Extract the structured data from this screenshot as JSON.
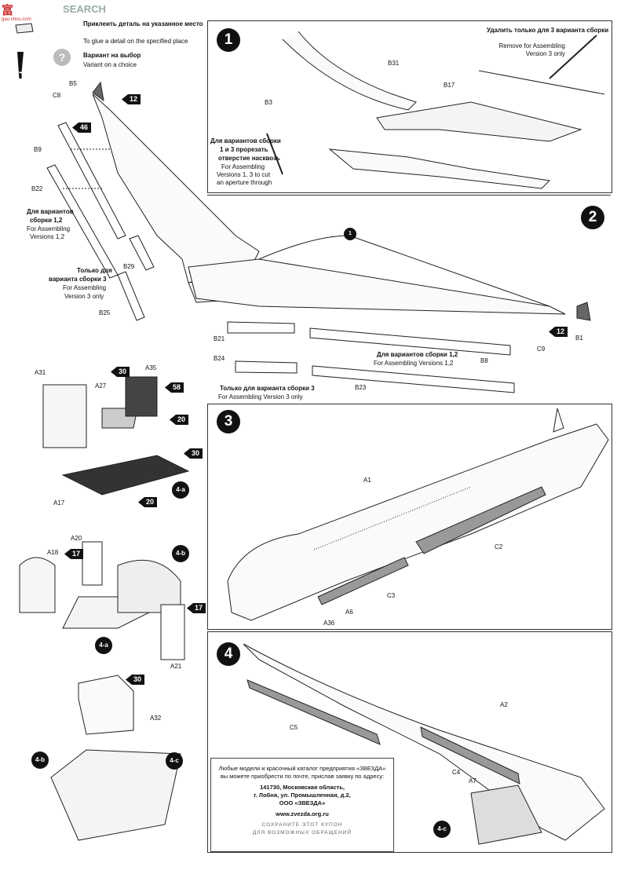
{
  "watermark": {
    "brand": "富",
    "search": "SEARCH",
    "site": "gao.shou.com"
  },
  "legend": {
    "glue_ru": "Приклеить деталь на указанное место",
    "glue_en": "To glue a detail on the specified place",
    "variant_ru": "Вариант на выбор",
    "variant_en": "Variant on a choice"
  },
  "steps": {
    "s1": "1",
    "s2": "2",
    "s3": "3",
    "s4": "4",
    "sub_4a": "4-a",
    "sub_4b": "4-b",
    "sub_4c": "4-c"
  },
  "notes": {
    "remove_v3_ru": "Удалить только для 3 варианта сборки",
    "remove_v3_en": "Remove for Assembling Version 3 only",
    "cut_ru_1": "Для вариантов сборки",
    "cut_ru_2": "1 и 3 прорезать",
    "cut_ru_3": "отверстие насквозь",
    "cut_en_1": "For Assembling",
    "cut_en_2": "Versions 1, 3 to cut",
    "cut_en_3": "an aperture through",
    "v12_ru_a": "Для вариантов",
    "v12_ru_b": "сборки 1,2",
    "v12_en_a": "For Assembling",
    "v12_en_b": "Versions 1,2",
    "v3_ru_a": "Только для",
    "v3_ru_b": "варианта сборки 3",
    "v3_en_a": "For Assembling",
    "v3_en_b": "Version 3 only",
    "s2_v12_ru": "Для вариантов сборки 1,2",
    "s2_v12_en": "For Assembling Versions 1,2",
    "s2_v3_ru": "Только для варианта сборки 3",
    "s2_v3_en": "For Assembling Version 3 only"
  },
  "parts": {
    "B5": "B5",
    "C8": "C8",
    "B9": "B9",
    "B22": "B22",
    "B29": "B29",
    "B25": "B25",
    "B31": "B31",
    "B3": "B3",
    "B17": "B17",
    "B21": "B21",
    "B24": "B24",
    "B23": "B23",
    "B8": "B8",
    "C9": "C9",
    "B1": "B1",
    "A31": "A31",
    "A27": "A27",
    "A35": "A35",
    "A17": "A17",
    "A20": "A20",
    "A18": "A18",
    "A21": "A21",
    "A32": "A32",
    "A1": "A1",
    "C2": "C2",
    "C3": "C3",
    "A6": "A6",
    "A36": "A36",
    "A2": "A2",
    "C5": "C5",
    "C4": "C4",
    "A7": "A7"
  },
  "paint_codes": {
    "p12a": "12",
    "p46": "46",
    "p12b": "12",
    "p30a": "30",
    "p58": "58",
    "p20a": "20",
    "p30b": "30",
    "p20b": "20",
    "p17a": "17",
    "p17b": "17",
    "p30c": "30"
  },
  "coupon": {
    "l1": "Любые модели и красочный каталог предприятия «ЗВЕЗДА»",
    "l2": "вы можете приобрести по почте, прислав заявку по адресу:",
    "l3": "141730, Московская область,",
    "l4": "г. Лобня, ул. Промышленная, д.2,",
    "l5": "ООО «ЗВЕЗДА»",
    "l6": "www.zvezda.org.ru",
    "l7": "СОХРАНИТЕ ЭТОТ КУПОН",
    "l8": "ДЛЯ ВОЗМОЖНЫХ ОБРАЩЕНИЙ"
  }
}
